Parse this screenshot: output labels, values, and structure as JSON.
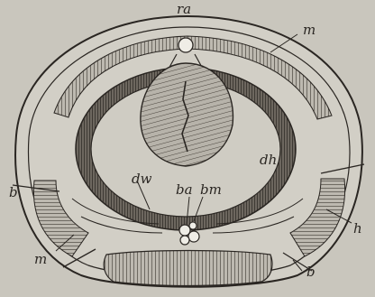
{
  "figure": {
    "labels": {
      "ra": "ra",
      "m_top": "m",
      "dh": "dh",
      "dw": "dw",
      "ba": "ba",
      "bm": "bm",
      "b_left": "b",
      "h": "h",
      "m_left": "m",
      "b_right": "b"
    },
    "colors": {
      "background": "#c9c6bd",
      "ink": "#2a2622",
      "wall_fill": "#7a746c",
      "gut_fill": "#b3afa6",
      "cavity_fill": "#cfccc3"
    }
  }
}
